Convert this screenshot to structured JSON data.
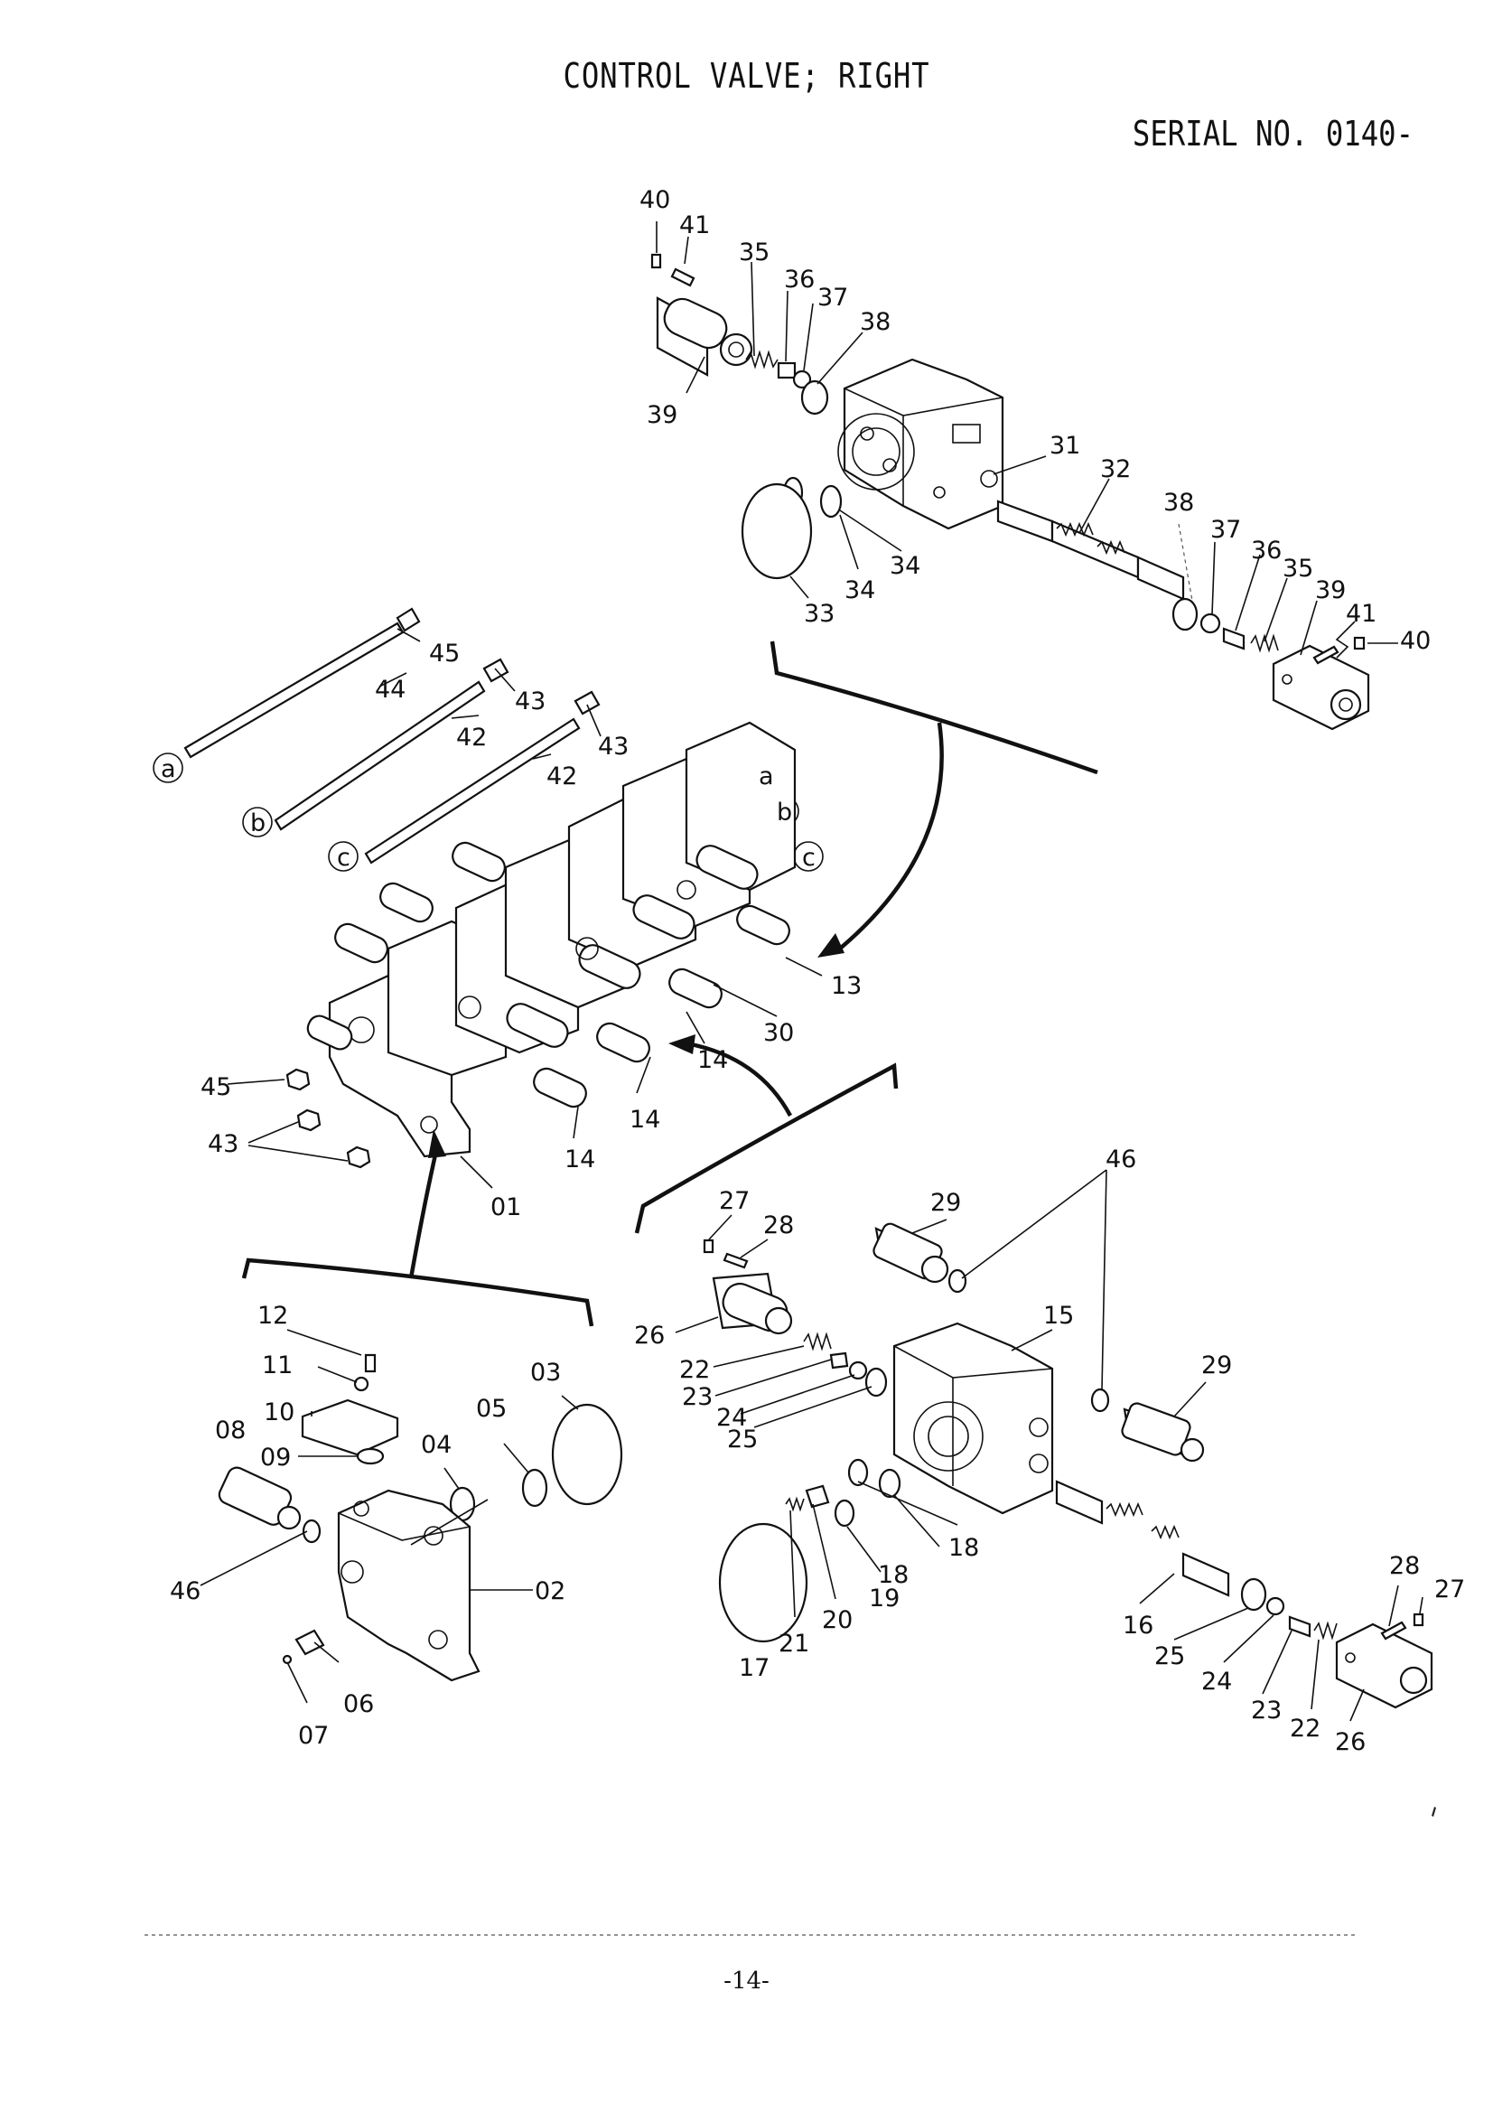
{
  "header": {
    "title": "CONTROL VALVE; RIGHT",
    "serial": "SERIAL NO. 0140-"
  },
  "footer": {
    "page": "-14-"
  },
  "callouts": [
    {
      "id": "c40a",
      "text": "40"
    },
    {
      "id": "c41a",
      "text": "41"
    },
    {
      "id": "c35a",
      "text": "35"
    },
    {
      "id": "c36a",
      "text": "36"
    },
    {
      "id": "c37a",
      "text": "37"
    },
    {
      "id": "c38a",
      "text": "38"
    },
    {
      "id": "c39a",
      "text": "39"
    },
    {
      "id": "c31",
      "text": "31"
    },
    {
      "id": "c32",
      "text": "32"
    },
    {
      "id": "c34a",
      "text": "34"
    },
    {
      "id": "c34b",
      "text": "34"
    },
    {
      "id": "c33",
      "text": "33"
    },
    {
      "id": "c38b",
      "text": "38"
    },
    {
      "id": "c37b",
      "text": "37"
    },
    {
      "id": "c36b",
      "text": "36"
    },
    {
      "id": "c35b",
      "text": "35"
    },
    {
      "id": "c39b",
      "text": "39"
    },
    {
      "id": "c41b",
      "text": "41"
    },
    {
      "id": "c40b",
      "text": "40"
    },
    {
      "id": "c45a",
      "text": "45"
    },
    {
      "id": "c44",
      "text": "44"
    },
    {
      "id": "c43a",
      "text": "43"
    },
    {
      "id": "c42a",
      "text": "42"
    },
    {
      "id": "c43b",
      "text": "43"
    },
    {
      "id": "c42b",
      "text": "42"
    },
    {
      "id": "ca1",
      "text": "a"
    },
    {
      "id": "cb1",
      "text": "b"
    },
    {
      "id": "cc1",
      "text": "c"
    },
    {
      "id": "ca2",
      "text": "a"
    },
    {
      "id": "cb2",
      "text": "b"
    },
    {
      "id": "cc2",
      "text": "c"
    },
    {
      "id": "c13",
      "text": "13"
    },
    {
      "id": "c30",
      "text": "30"
    },
    {
      "id": "c14a",
      "text": "14"
    },
    {
      "id": "c14b",
      "text": "14"
    },
    {
      "id": "c14c",
      "text": "14"
    },
    {
      "id": "c45b",
      "text": "45"
    },
    {
      "id": "c43c",
      "text": "43"
    },
    {
      "id": "c01",
      "text": "01"
    },
    {
      "id": "c27a",
      "text": "27"
    },
    {
      "id": "c28a",
      "text": "28"
    },
    {
      "id": "c29a",
      "text": "29"
    },
    {
      "id": "c46a",
      "text": "46"
    },
    {
      "id": "c15",
      "text": "15"
    },
    {
      "id": "c26a",
      "text": "26"
    },
    {
      "id": "c22a",
      "text": "22"
    },
    {
      "id": "c23a",
      "text": "23"
    },
    {
      "id": "c24a",
      "text": "24"
    },
    {
      "id": "c25a",
      "text": "25"
    },
    {
      "id": "c29b",
      "text": "29"
    },
    {
      "id": "c18a",
      "text": "18"
    },
    {
      "id": "c18b",
      "text": "18"
    },
    {
      "id": "c19",
      "text": "19"
    },
    {
      "id": "c20",
      "text": "20"
    },
    {
      "id": "c21",
      "text": "21"
    },
    {
      "id": "c17",
      "text": "17"
    },
    {
      "id": "c16",
      "text": "16"
    },
    {
      "id": "c25b",
      "text": "25"
    },
    {
      "id": "c24b",
      "text": "24"
    },
    {
      "id": "c23b",
      "text": "23"
    },
    {
      "id": "c22b",
      "text": "22"
    },
    {
      "id": "c26b",
      "text": "26"
    },
    {
      "id": "c28b",
      "text": "28"
    },
    {
      "id": "c27b",
      "text": "27"
    },
    {
      "id": "c12",
      "text": "12"
    },
    {
      "id": "c11",
      "text": "11"
    },
    {
      "id": "c10",
      "text": "10"
    },
    {
      "id": "c08",
      "text": "08"
    },
    {
      "id": "c09",
      "text": "09"
    },
    {
      "id": "c04",
      "text": "04"
    },
    {
      "id": "c05",
      "text": "05"
    },
    {
      "id": "c03",
      "text": "03"
    },
    {
      "id": "c46b",
      "text": "46"
    },
    {
      "id": "c02",
      "text": "02"
    },
    {
      "id": "c06",
      "text": "06"
    },
    {
      "id": "c07",
      "text": "07"
    }
  ]
}
